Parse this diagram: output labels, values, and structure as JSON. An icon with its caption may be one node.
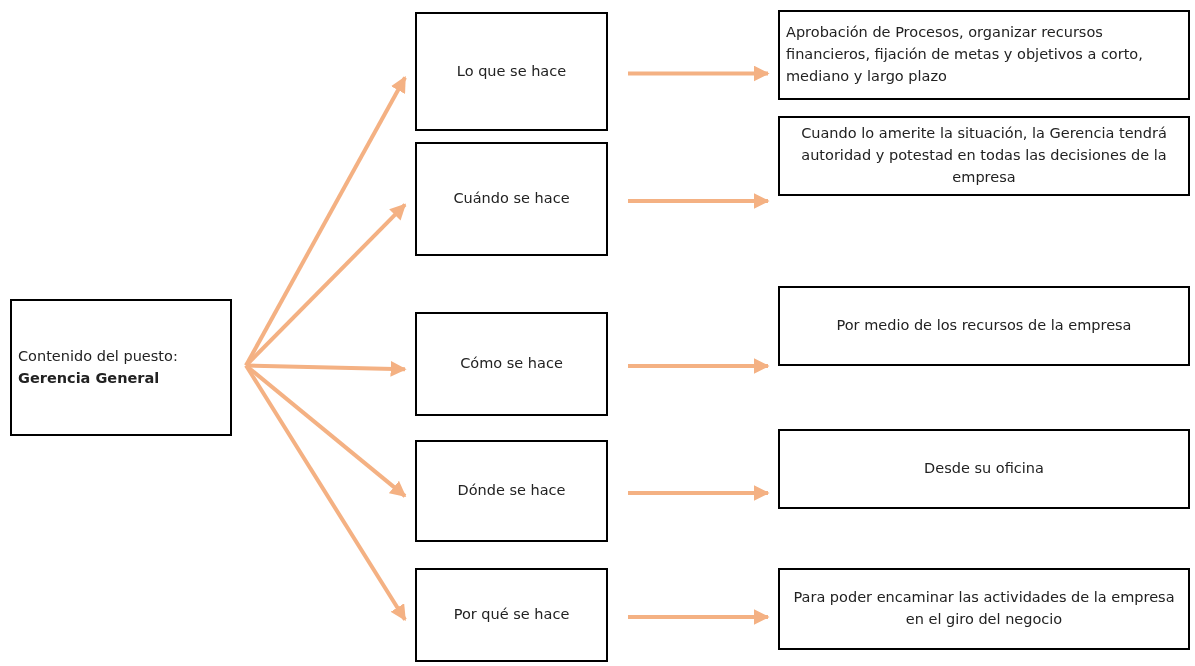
{
  "diagram": {
    "nodes": [
      {
        "text": [
          "Contenido del puesto: **Gerencia General**"
        ]
      },
      {
        "text": [
          "Lo que se hace"
        ]
      },
      {
        "text": [
          "Cuándo se hace"
        ]
      },
      {
        "text": [
          "Cómo se hace"
        ]
      },
      {
        "text": [
          "Dónde se hace"
        ]
      },
      {
        "text": [
          "Por qué se hace"
        ]
      },
      {
        "text": [
          "Aprobación de Procesos, organizar recursos financieros, fijación de metas y objetivos a corto, mediano y largo plazo"
        ]
      },
      {
        "text": [
          "Cuando lo amerite la situación, la Gerencia tendrá autoridad y potestad en todas las decisiones de la empresa"
        ]
      },
      {
        "text": [
          "Por medio de los recursos de la empresa"
        ]
      },
      {
        "text": [
          "Desde su oficina"
        ]
      },
      {
        "text": [
          "Para poder encaminar las actividades de la empresa en el giro del negocio"
        ]
      }
    ],
    "edges": [
      {
        "from": 0,
        "to": 1,
        "arrow": "to"
      },
      {
        "from": 0,
        "to": 2,
        "arrow": "to"
      },
      {
        "from": 0,
        "to": 3,
        "arrow": "to"
      },
      {
        "from": 0,
        "to": 4,
        "arrow": "to"
      },
      {
        "from": 0,
        "to": 5,
        "arrow": "to"
      },
      {
        "from": 1,
        "to": 6,
        "arrow": "to"
      },
      {
        "from": 2,
        "to": 7,
        "arrow": "to"
      },
      {
        "from": 3,
        "to": 8,
        "arrow": "to"
      },
      {
        "from": 4,
        "to": 9,
        "arrow": "to"
      },
      {
        "from": 5,
        "to": 10,
        "arrow": "to"
      }
    ]
  }
}
